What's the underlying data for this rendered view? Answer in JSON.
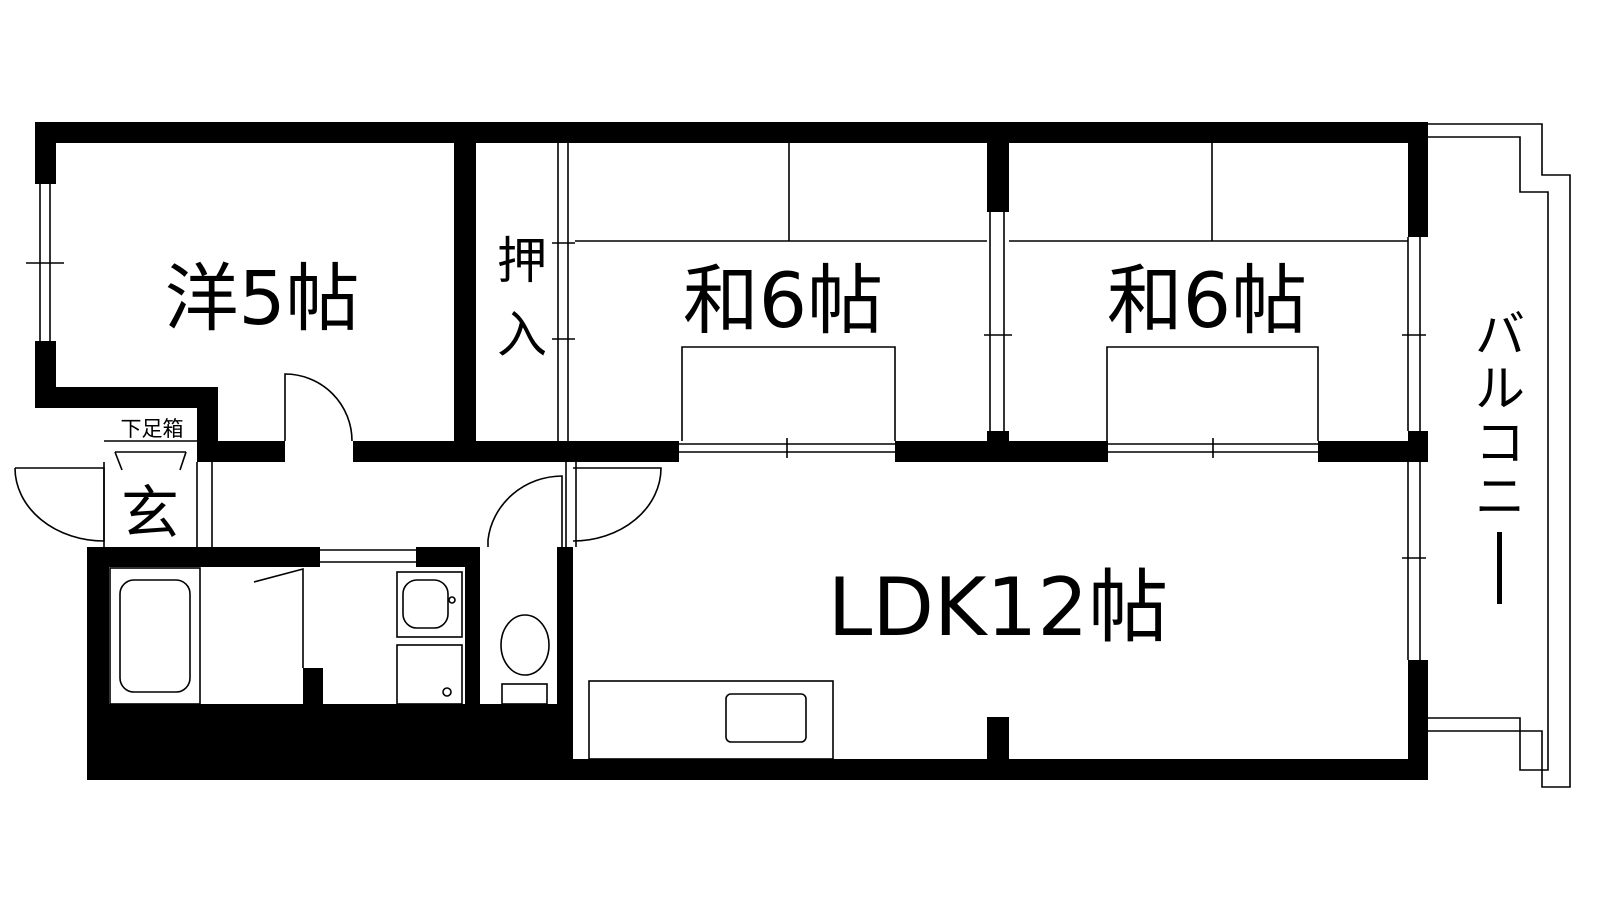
{
  "rooms": {
    "western": "洋5帖",
    "closet": "押入",
    "japanese_1": "和6帖",
    "japanese_2": "和6帖",
    "entrance": "玄",
    "shoe_box": "下足箱",
    "ldk": "LDK12帖",
    "balcony": "バルコニー"
  },
  "colors": {
    "wall": "#000000",
    "background": "#ffffff"
  }
}
